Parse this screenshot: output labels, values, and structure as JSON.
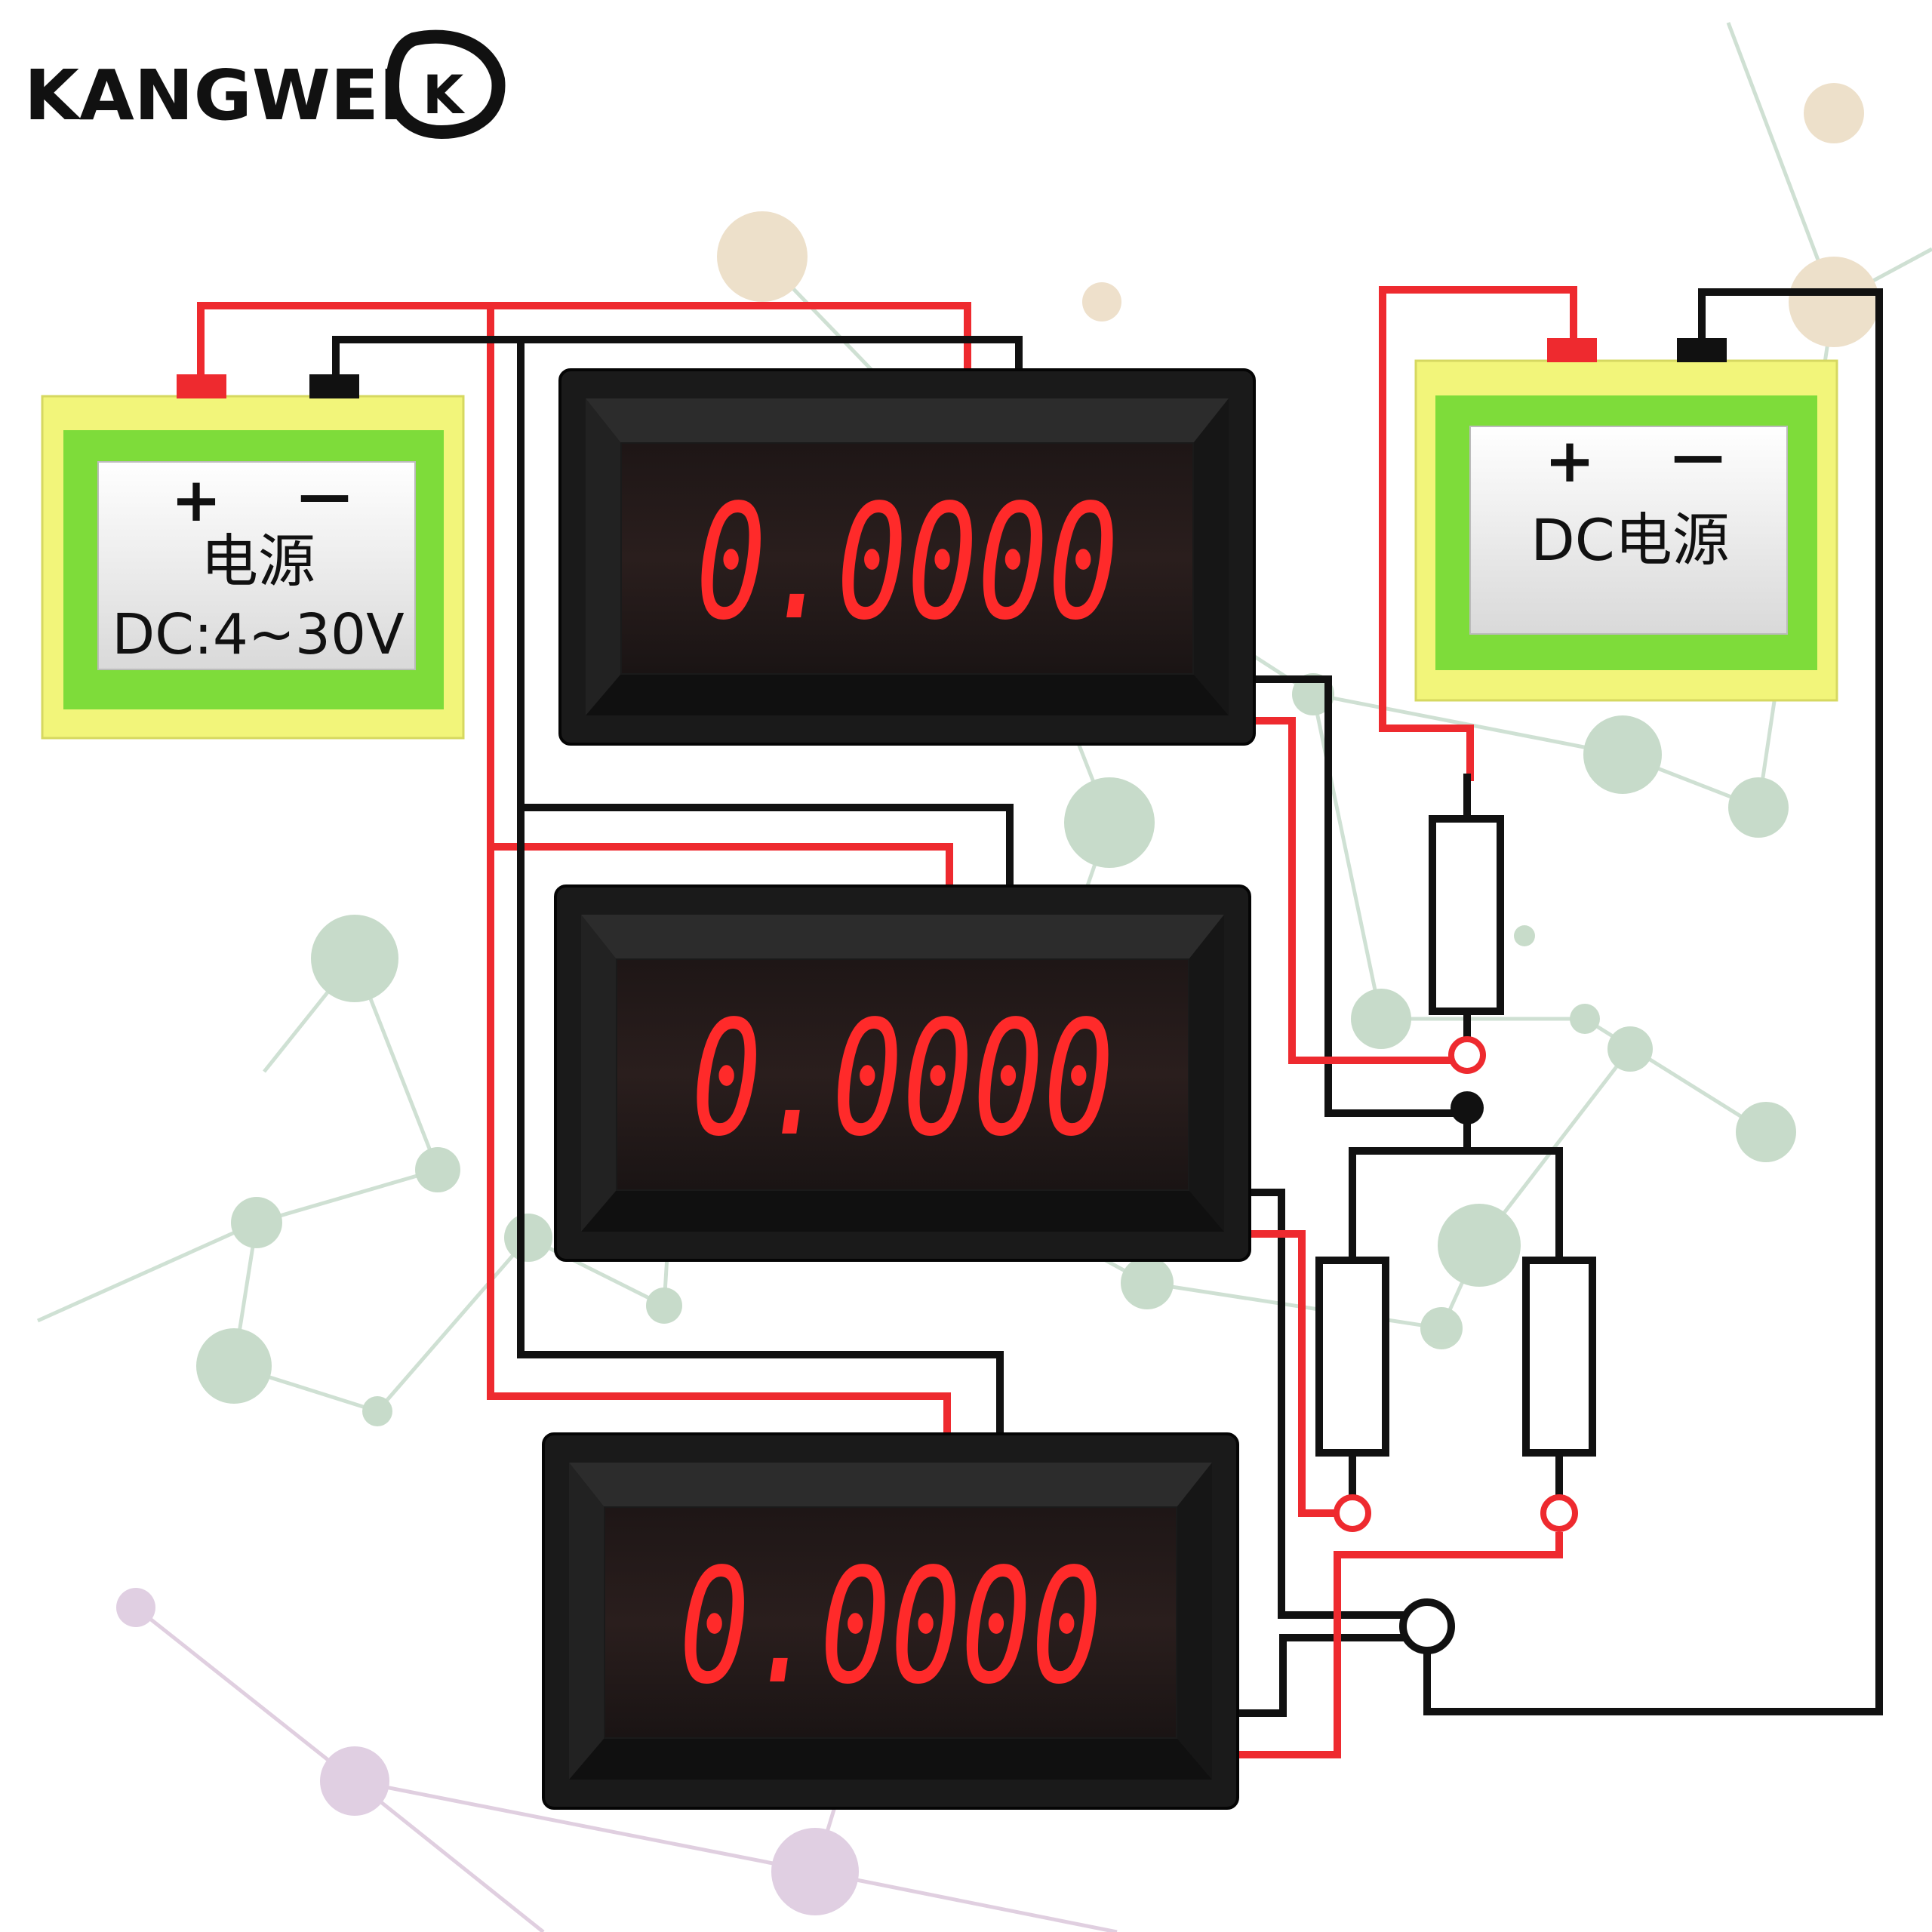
{
  "brand": {
    "name": "KANGWEI",
    "logo_mark": "K"
  },
  "power_supply_left": {
    "plus": "+",
    "minus": "—",
    "title": "电源",
    "spec": "DC:4~30V"
  },
  "power_supply_right": {
    "plus": "+",
    "minus": "—",
    "title": "DC电源"
  },
  "meters": [
    {
      "reading": "0.0000"
    },
    {
      "reading": "0.0000"
    },
    {
      "reading": "0.0000"
    }
  ],
  "colors": {
    "wire_red": "#ee2a2f",
    "wire_black": "#111111",
    "meter_body": "#1a1a1a",
    "segment_red": "#ff2a2a",
    "psu_outer": "#f3f57a",
    "psu_inner": "#7edc3a"
  }
}
